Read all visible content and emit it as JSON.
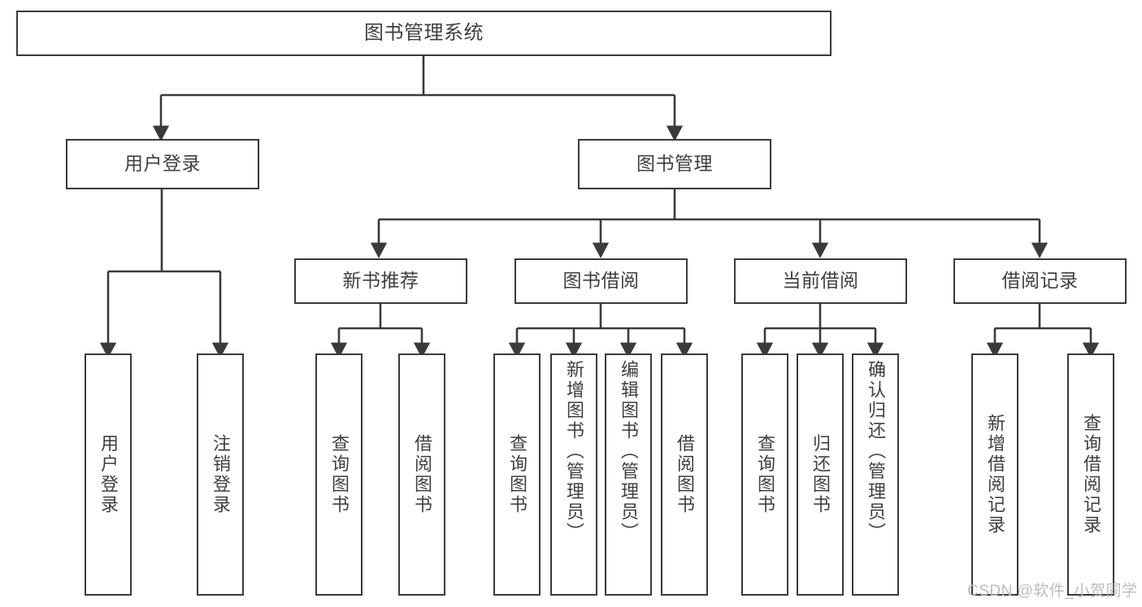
{
  "diagram": {
    "type": "tree",
    "title": "图书管理系统",
    "root": {
      "label": "图书管理系统"
    },
    "level1": [
      {
        "label": "用户登录"
      },
      {
        "label": "图书管理"
      }
    ],
    "level2": [
      {
        "label": "新书推荐"
      },
      {
        "label": "图书借阅"
      },
      {
        "label": "当前借阅"
      },
      {
        "label": "借阅记录"
      }
    ],
    "leaves": {
      "user_login": [
        {
          "label": "用户登录"
        },
        {
          "label": "注销登录"
        }
      ],
      "new_book_recommend": [
        {
          "label": "查询图书"
        },
        {
          "label": "借阅图书"
        }
      ],
      "book_borrow": [
        {
          "label": "查询图书"
        },
        {
          "label": "新增图书（管理员）"
        },
        {
          "label": "编辑图书（管理员）"
        },
        {
          "label": "借阅图书"
        }
      ],
      "current_borrow": [
        {
          "label": "查询图书"
        },
        {
          "label": "归还图书"
        },
        {
          "label": "确认归还（管理员）"
        }
      ],
      "borrow_record": [
        {
          "label": "新增借阅记录"
        },
        {
          "label": "查询借阅记录"
        }
      ]
    }
  },
  "watermark": {
    "text": "CSDN @软件_小贺同学"
  },
  "colors": {
    "stroke": "#3a3a3a",
    "text": "#3f3f3f",
    "background": "#ffffff",
    "watermark": "#bcbcbc"
  }
}
